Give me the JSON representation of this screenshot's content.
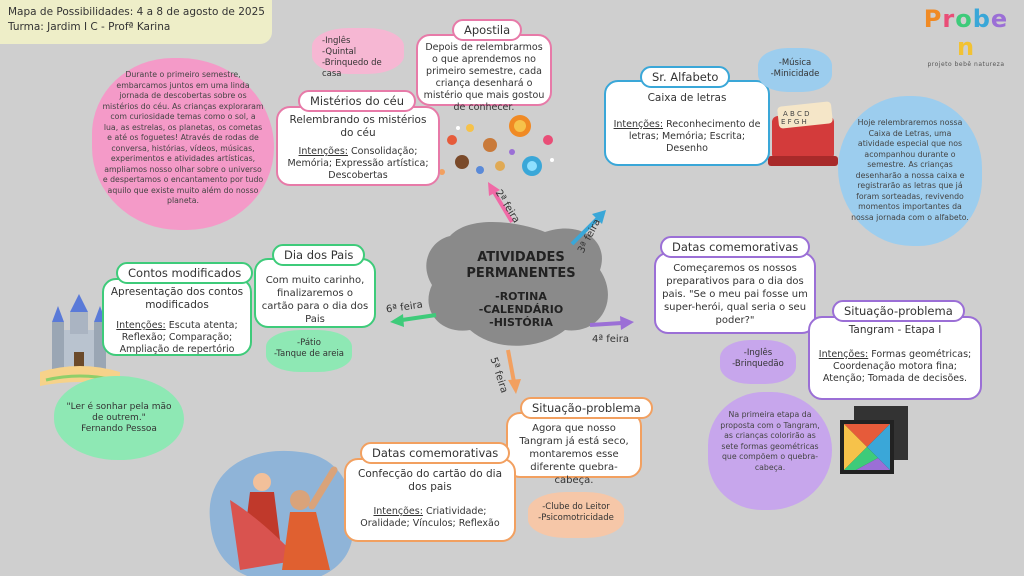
{
  "header": {
    "line1": "Mapa de Possibilidades: 4 a 8 de agosto de 2025",
    "line2": "Turma: Jardim I C - Profª Karina"
  },
  "logo": {
    "letters": [
      "P",
      "r",
      "o",
      "b",
      "e",
      "n"
    ],
    "colors": [
      "#f08a24",
      "#e94e77",
      "#3ecb7a",
      "#3aa7d8",
      "#9b6fd6",
      "#f2c233"
    ],
    "subtitle": "projeto bebê natureza"
  },
  "center": {
    "title": "ATIVIDADES PERMANENTES",
    "items": [
      "-ROTINA",
      "-CALENDÁRIO",
      "-HISTÓRIA"
    ]
  },
  "days": {
    "d2": "2ª feira",
    "d3": "3ª feira",
    "d4": "4ª feira",
    "d5": "5ª feira",
    "d6": "6ª feira"
  },
  "monday": {
    "blob_text": "Durante o primeiro semestre, embarcamos juntos em uma linda jornada de descobertas sobre os mistérios do céu. As crianças exploraram com curiosidade temas como o sol, a lua, as estrelas, os planetas, os cometas e até os foguetes! Através de rodas de conversa, histórias, vídeos, músicas, experimentos e atividades artísticas, ampliamos nosso olhar sobre o universo e despertamos o encantamento por tudo aquilo que existe muito além do nosso planeta.",
    "card": {
      "title": "Mistérios do céu",
      "subtitle": "Relembrando os mistérios do céu",
      "intent_label": "Intenções:",
      "intent_text": "Consolidação; Memória; Expressão artística; Descobertas"
    },
    "extras": [
      "-Inglês",
      "-Quintal",
      "-Brinquedo de casa"
    ],
    "apostila": {
      "title": "Apostila",
      "text": "Depois de relembrarmos o que aprendemos no primeiro semestre, cada criança desenhará o mistério que mais gostou de conhecer."
    }
  },
  "tuesday": {
    "card": {
      "title": "Sr. Alfabeto",
      "subtitle": "Caixa de letras",
      "intent_label": "Intenções:",
      "intent_text": "Reconhecimento de letras; Memória; Escrita; Desenho"
    },
    "extras": [
      "-Música",
      "-Minicidade"
    ],
    "blob_text": "Hoje relembraremos nossa Caixa de Letras, uma atividade especial que nos acompanhou durante o semestre. As crianças desenharão a nossa caixa e registrarão as letras que já foram sorteadas, revivendo momentos importantes da nossa jornada com o alfabeto."
  },
  "wednesday": {
    "datas": {
      "title": "Datas comemorativas",
      "text": "Começaremos os nossos preparativos para o dia dos pais. \"Se o meu pai fosse um super-herói, qual seria o seu poder?\""
    },
    "situacao": {
      "title": "Situação-problema",
      "subtitle": "Tangram - Etapa I",
      "intent_label": "Intenções:",
      "intent_text": "Formas geométricas; Coordenação motora fina; Atenção; Tomada de decisões."
    },
    "extras": [
      "-Inglês",
      "-Brinquedão"
    ],
    "blob_text": "Na primeira etapa da proposta com o Tangram, as crianças colorirão as sete formas geométricas que compõem o quebra-cabeça."
  },
  "thursday": {
    "situacao": {
      "title": "Situação-problema",
      "text": "Agora que nosso Tangram já está seco, montaremos esse diferente quebra-cabeça."
    },
    "datas": {
      "title": "Datas comemorativas",
      "subtitle": "Confecção do cartão do dia dos pais",
      "intent_label": "Intenções:",
      "intent_text": "Criatividade; Oralidade; Vínculos; Reflexão"
    },
    "extras": [
      "-Clube do Leitor",
      "-Psicomotricidade"
    ]
  },
  "friday": {
    "dia_pais": {
      "title": "Dia dos Pais",
      "text": "Com muito carinho, finalizaremos o cartão para o dia dos Pais"
    },
    "contos": {
      "title": "Contos modificados",
      "subtitle": "Apresentação dos contos modificados",
      "intent_label": "Intenções:",
      "intent_text": "Escuta atenta; Reflexão; Comparação; Ampliação de repertório"
    },
    "extras": [
      "-Pátio",
      "-Tanque de areia"
    ],
    "quote": "\"Ler é sonhar pela mão de outrem.\"",
    "quote_author": "Fernando Pessoa"
  },
  "colors": {
    "pink": "#f49ac8",
    "pink_light": "#f6b7d3",
    "blue_light": "#9ccdee",
    "purple_light": "#c7a6ec",
    "green_light": "#8ee8b4",
    "orange_light": "#f6c7a8",
    "center": "#8a8a8a"
  }
}
